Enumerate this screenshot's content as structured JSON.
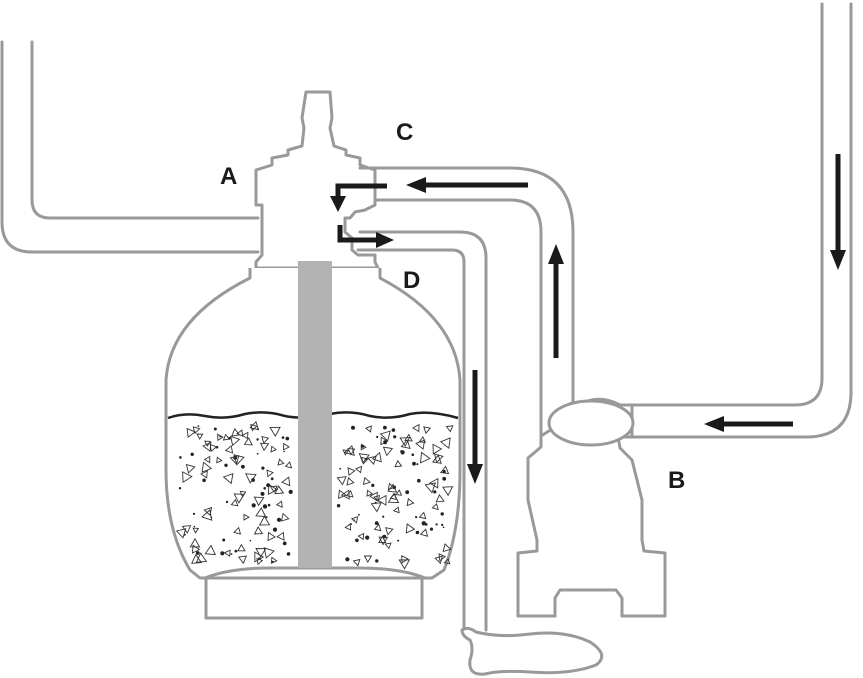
{
  "labels": {
    "a": "A",
    "b": "B",
    "c": "C",
    "d": "D"
  },
  "colors": {
    "outline": "#999999",
    "standpipe": "#b3b3b3",
    "arrows": "#1a1a1a",
    "background": "#ffffff"
  }
}
